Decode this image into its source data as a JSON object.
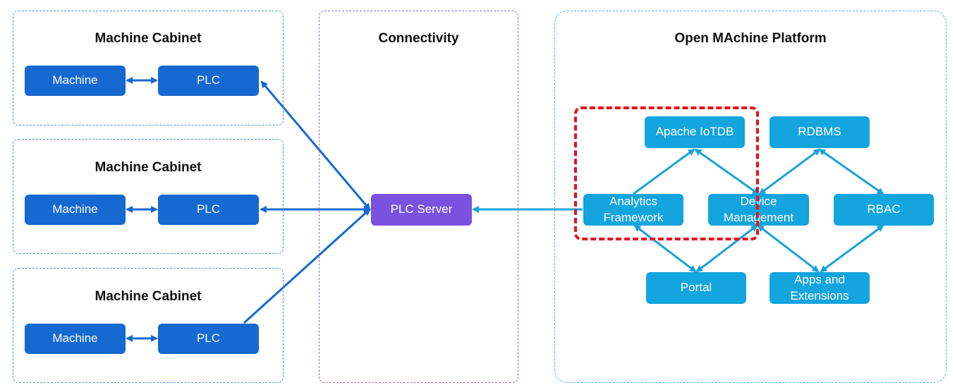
{
  "cabinets": [
    {
      "title": "Machine Cabinet",
      "machine": "Machine",
      "plc": "PLC"
    },
    {
      "title": "Machine Cabinet",
      "machine": "Machine",
      "plc": "PLC"
    },
    {
      "title": "Machine Cabinet",
      "machine": "Machine",
      "plc": "PLC"
    }
  ],
  "connectivity": {
    "title": "Connectivity",
    "plc_server": "PLC Server"
  },
  "platform": {
    "title": "Open MAchine Platform",
    "apache_iotdb": "Apache IoTDB",
    "rdbms": "RDBMS",
    "analytics_line1": "Analytics",
    "analytics_line2": "Framework",
    "device_line1": "Device",
    "device_line2": "Management",
    "rbac": "RBAC",
    "portal": "Portal",
    "apps_line1": "Apps and",
    "apps_line2": "Extensions"
  },
  "colors": {
    "machine_node": "#1569d0",
    "platform_node": "#14a4de",
    "plc_server_node": "#7a52df",
    "highlight": "#e5141c"
  }
}
